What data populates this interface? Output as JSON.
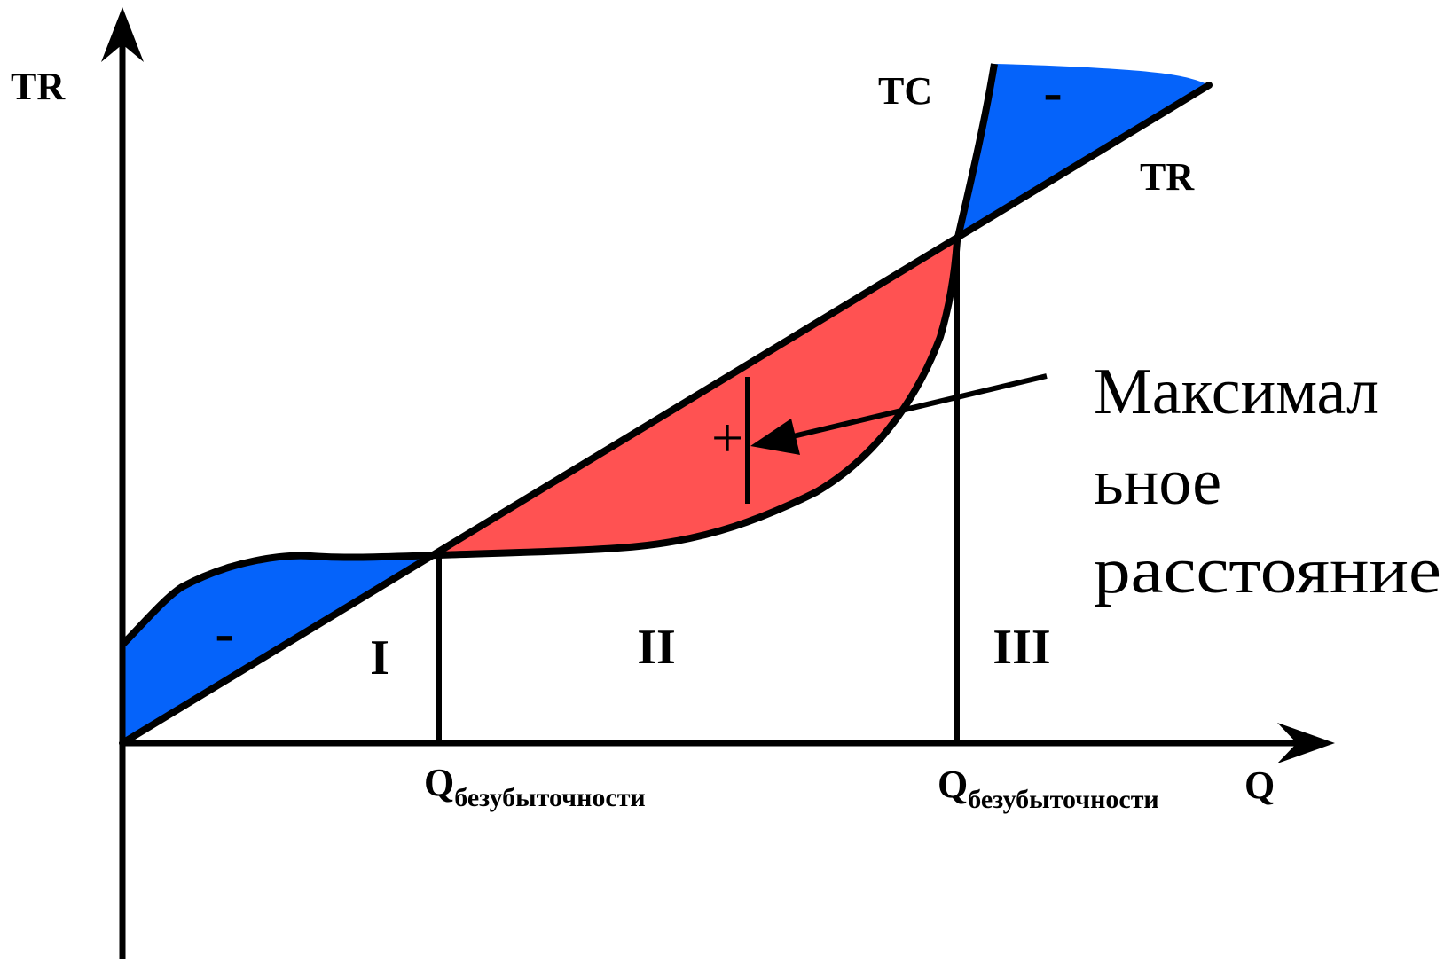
{
  "diagram": {
    "y_axis_label": "TR",
    "x_axis_label": "Q",
    "tc_curve_label": "TC",
    "tr_line_label": "TR",
    "zones": [
      "I",
      "II",
      "III"
    ],
    "breakeven_points": [
      {
        "main": "Q",
        "sub": "безубыточности"
      },
      {
        "main": "Q",
        "sub": "безубыточности"
      }
    ],
    "loss_sign": "-",
    "profit_sign": "+",
    "annotation_lines": [
      "Максимал",
      "ьное",
      "расстояние"
    ]
  },
  "colors": {
    "loss": "#0563fa",
    "profit": "#ff5252",
    "stroke": "#000000",
    "background": "#ffffff"
  }
}
